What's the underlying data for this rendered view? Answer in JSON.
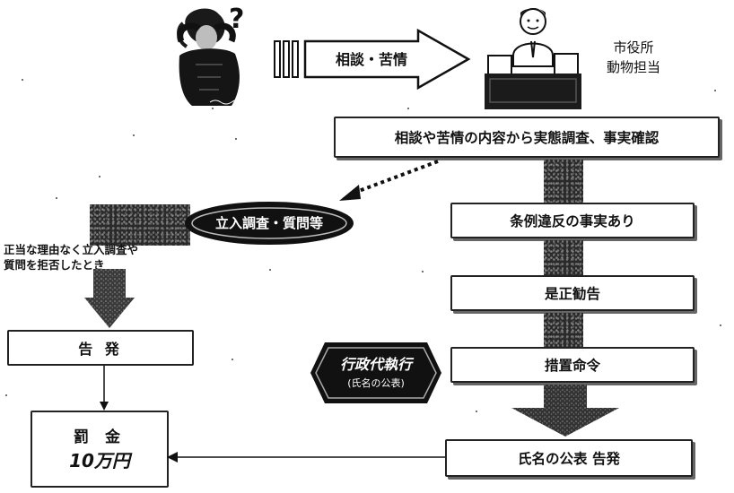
{
  "top": {
    "question_mark": "?",
    "consult_arrow_label": "相談・苦情",
    "city_office_line1": "市役所",
    "city_office_line2": "動物担当"
  },
  "flow": {
    "investigation": "相談や苦情の内容から実態調査、事実確認",
    "violation": "条例違反の事実あり",
    "recommendation": "是正勧告",
    "order": "措置命令",
    "publication": "氏名の公表 告発"
  },
  "left": {
    "inspection_oval": "立入調査・質問等",
    "refusal_note_line1": "正当な理由なく立入調査や",
    "refusal_note_line2": "質問を拒否したとき",
    "accusation": "告 発",
    "fine_line1": "罰 金",
    "fine_line2": "10万円"
  },
  "badge": {
    "line1": "行政代執行",
    "line2": "(氏名の公表)"
  }
}
